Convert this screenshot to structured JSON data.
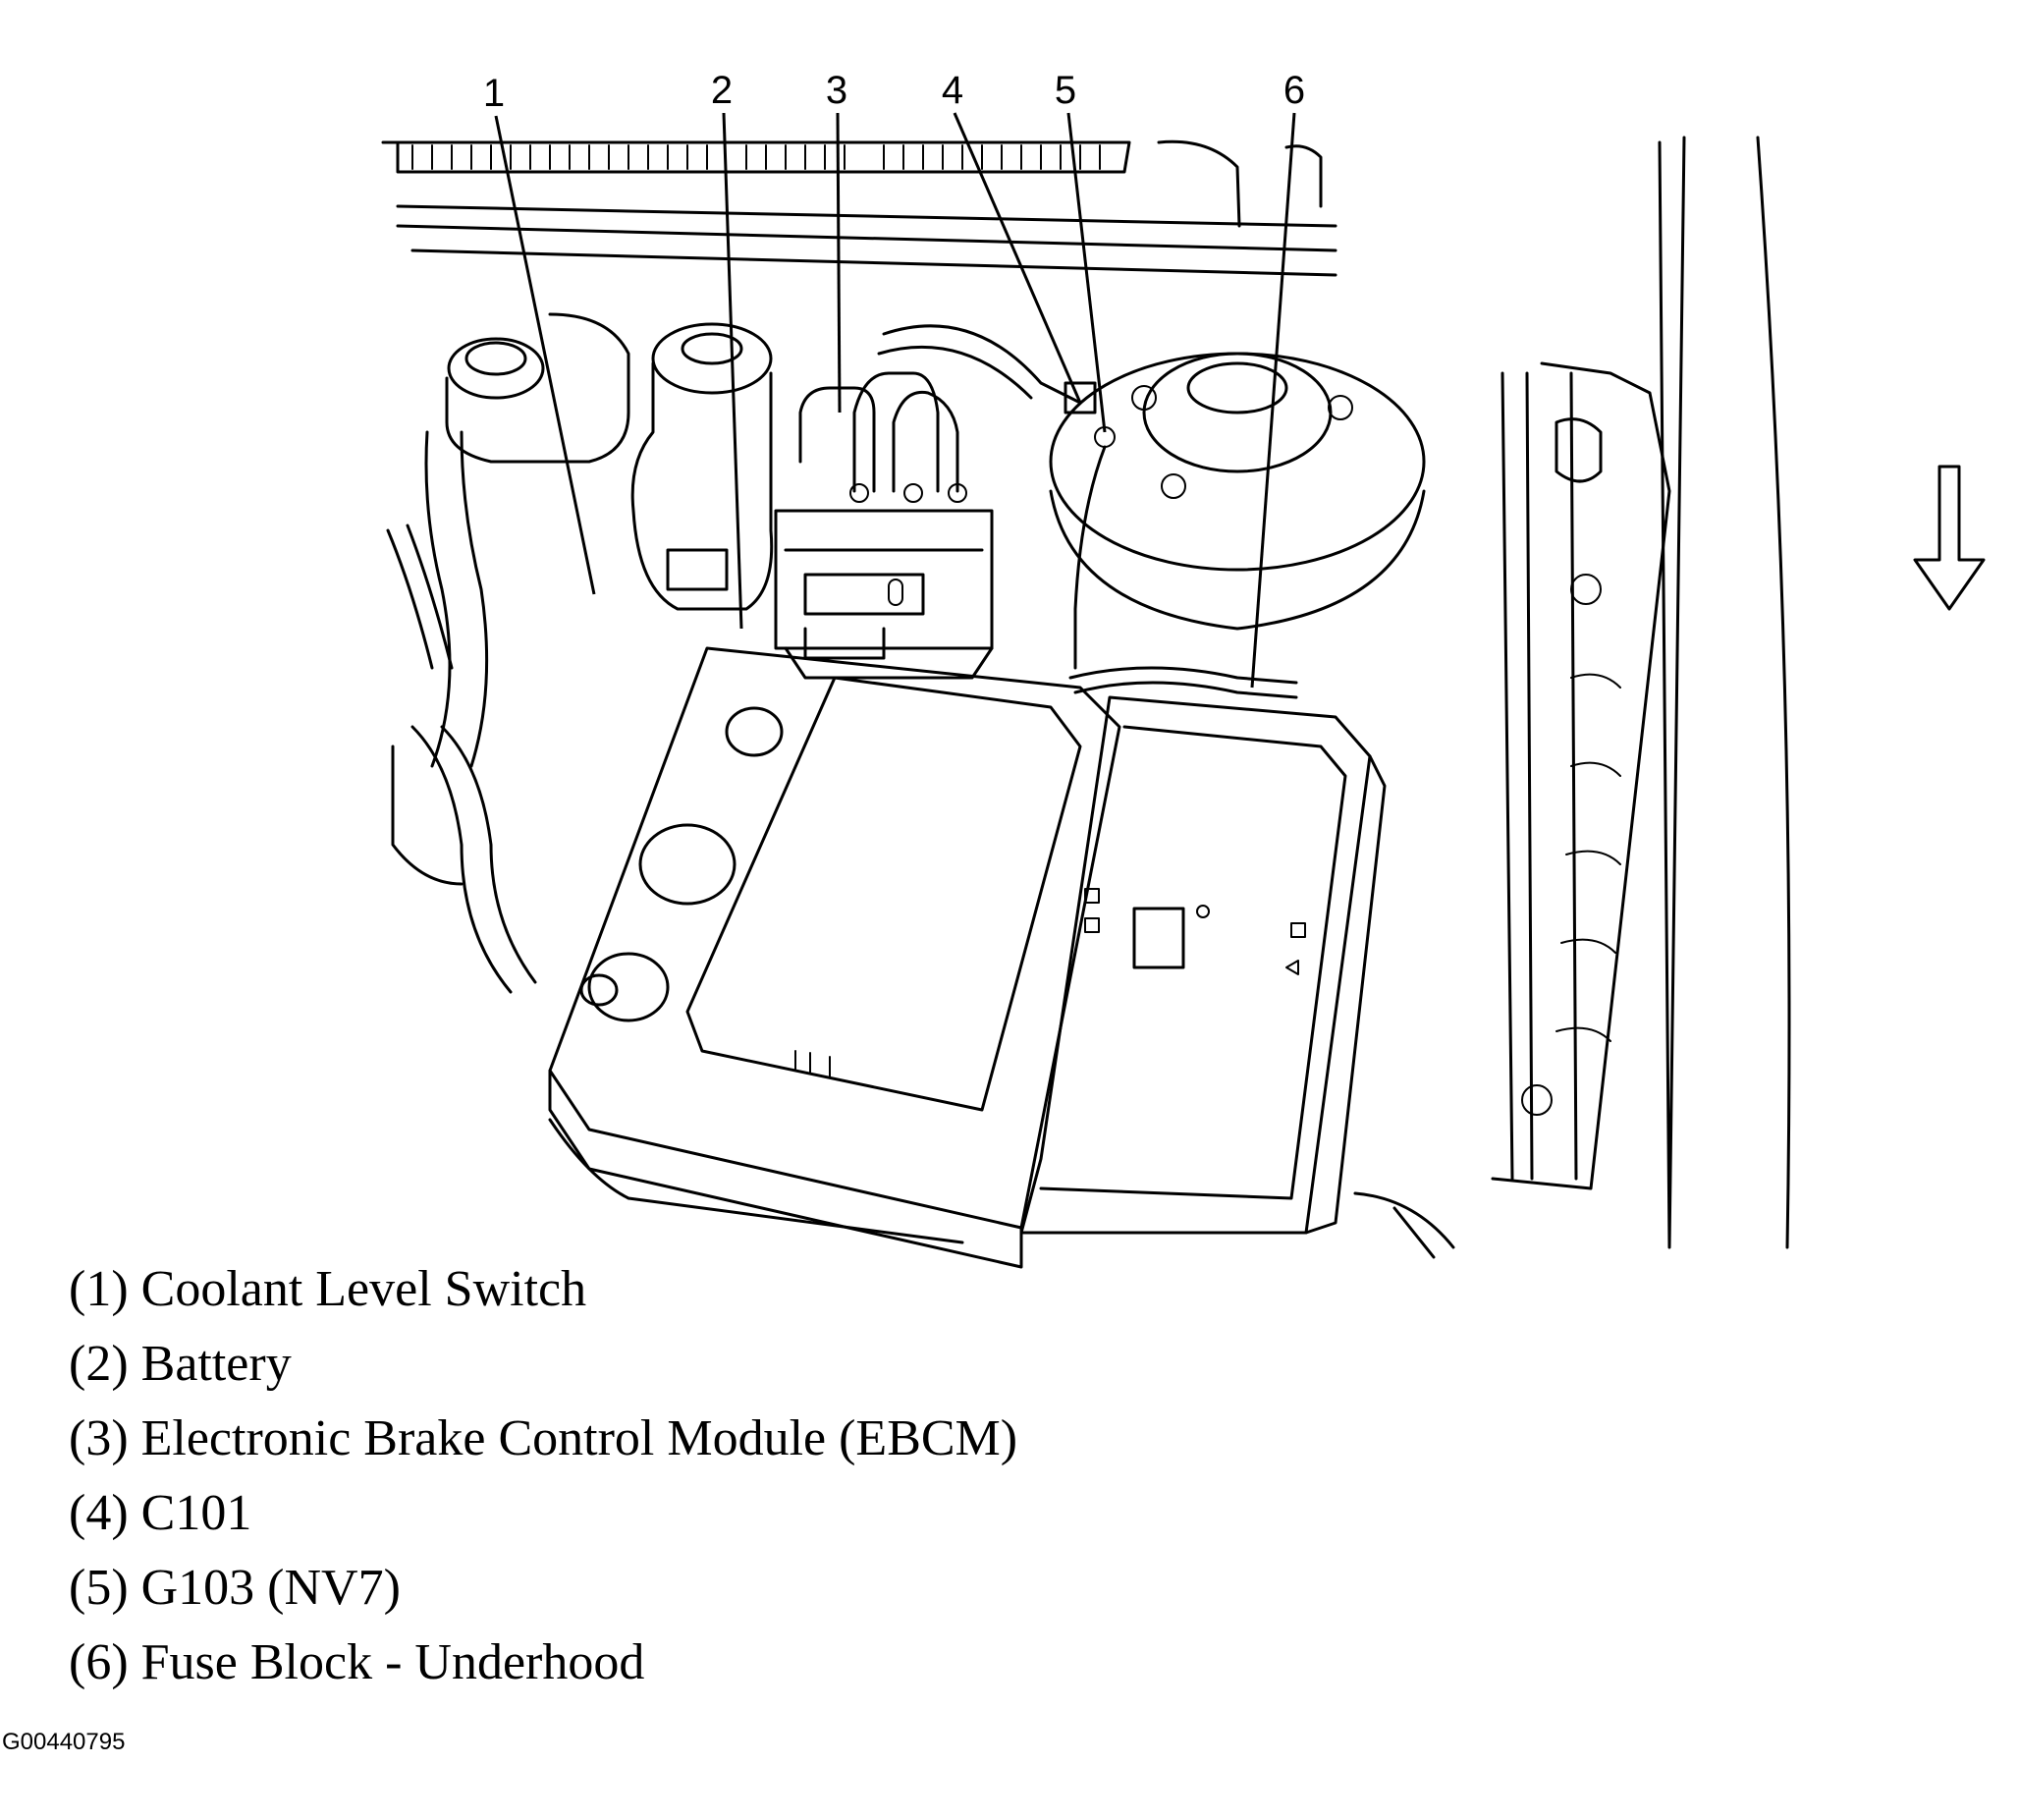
{
  "callouts": [
    {
      "number": "1",
      "label": "Coolant Level Switch"
    },
    {
      "number": "2",
      "label": "Battery"
    },
    {
      "number": "3",
      "label": "Electronic Brake Control Module (EBCM)"
    },
    {
      "number": "4",
      "label": "C101"
    },
    {
      "number": "5",
      "label": "G103 (NV7)"
    },
    {
      "number": "6",
      "label": "Fuse Block - Underhood"
    }
  ],
  "legend": [
    "(1) Coolant Level Switch",
    "(2) Battery",
    "(3) Electronic Brake Control Module (EBCM)",
    "(4) C101",
    "(5) G103 (NV7)",
    "(6) Fuse Block - Underhood"
  ],
  "figure_code": "G00440795",
  "direction_arrow": "down-arrow-icon"
}
